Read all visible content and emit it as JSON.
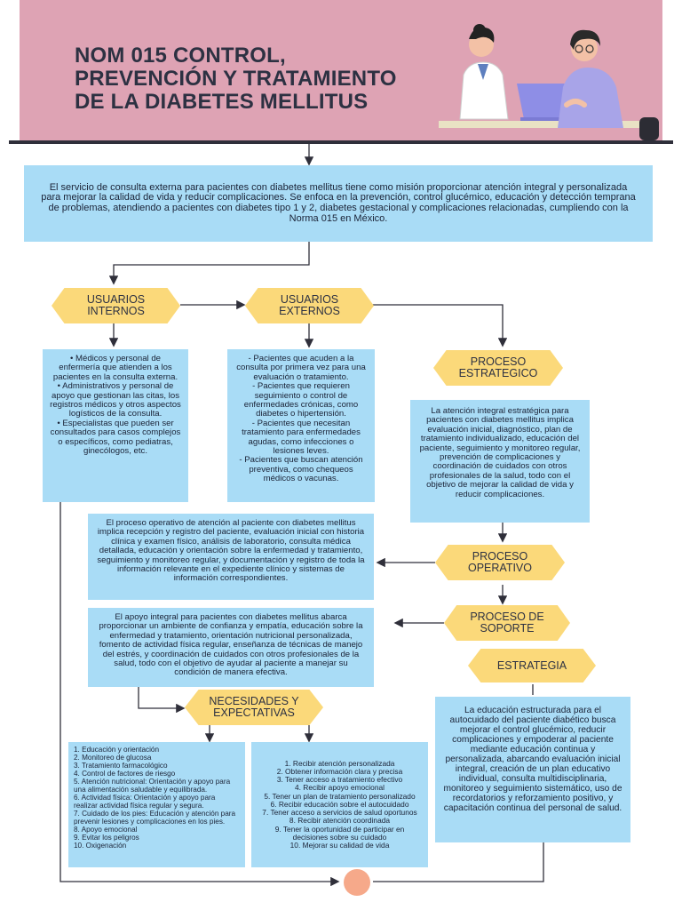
{
  "header": {
    "title_line1": "NOM 015 CONTROL,",
    "title_line2": "PREVENCIÓN Y TRATAMIENTO",
    "title_line3": "DE LA DIABETES MELLITUS"
  },
  "intro": {
    "text": "El servicio de consulta externa para pacientes con diabetes mellitus tiene como misión proporcionar atención integral y personalizada para mejorar la calidad de vida y reducir complicaciones. Se enfoca en la prevención, control glucémico, educación y detección temprana de problemas, atendiendo a pacientes con diabetes tipo 1 y 2, diabetes gestacional y complicaciones relacionadas, cumpliendo con la Norma 015 en México."
  },
  "nodes": {
    "usuarios_internos": "USUARIOS INTERNOS",
    "usuarios_externos": "USUARIOS EXTERNOS",
    "proceso_estrategico": "PROCESO ESTRATEGICO",
    "proceso_operativo": "PROCESO OPERATIVO",
    "proceso_soporte": "PROCESO DE SOPORTE",
    "estrategia": "ESTRATEGIA",
    "necesidades": "NECESIDADES Y EXPECTATIVAS"
  },
  "boxes": {
    "internos": [
      "• Médicos y personal de enfermería que atienden a los pacientes en la consulta externa.",
      "• Administrativos y personal de apoyo que gestionan las citas, los registros médicos y otros aspectos logísticos de la consulta.",
      "• Especialistas que pueden ser consultados para casos complejos o específicos, como pediatras, ginecólogos, etc."
    ],
    "externos": [
      "- Pacientes que acuden a la consulta por primera vez para una evaluación o tratamiento.",
      "- Pacientes que requieren seguimiento o control de enfermedades crónicas, como diabetes o hipertensión.",
      "- Pacientes que necesitan tratamiento para enfermedades agudas, como infecciones o lesiones leves.",
      "- Pacientes que buscan atención preventiva, como chequeos médicos o vacunas."
    ],
    "estrategico": "La atención integral estratégica para pacientes con diabetes mellitus implica evaluación inicial, diagnóstico, plan de tratamiento individualizado, educación del paciente, seguimiento y monitoreo regular, prevención de complicaciones y coordinación de cuidados con otros profesionales de la salud, todo con el objetivo de mejorar la calidad de vida y reducir complicaciones.",
    "operativo": "El proceso operativo  de atención al paciente con diabetes mellitus implica recepción y registro del paciente, evaluación inicial con historia clínica y examen físico, análisis de laboratorio, consulta médica detallada, educación y orientación sobre la enfermedad y tratamiento, seguimiento y monitoreo regular, y documentación y registro de toda la información relevante en el expediente clínico y sistemas de información correspondientes.",
    "soporte": "El apoyo integral para pacientes con diabetes mellitus abarca proporcionar un ambiente de confianza y empatía, educación sobre la enfermedad y tratamiento, orientación nutricional personalizada, fomento de actividad física regular, enseñanza de técnicas de manejo del estrés, y coordinación de cuidados con otros profesionales de la salud, todo con el objetivo de ayudar al paciente a manejar su condición de manera efectiva.",
    "estrategia": "La educación estructurada para el autocuidado del paciente diabético busca mejorar el control glucémico, reducir complicaciones y empoderar al paciente mediante educación continua y personalizada, abarcando evaluación inicial integral, creación de un plan educativo individual, consulta multidisciplinaria, monitoreo y seguimiento sistemático, uso de recordatorios y reforzamiento positivo, y capacitación continua del personal de salud.",
    "necesidades": [
      "1. Educación y orientación",
      "2. Monitoreo de glucosa",
      "3. Tratamiento farmacológico",
      "4. Control de factores de riesgo",
      "5. Atención nutricional: Orientación y apoyo para una alimentación saludable y equilibrada.",
      "6. Actividad física: Orientación y apoyo para realizar actividad física regular y segura.",
      "7. Cuidado de los pies: Educación y atención para prevenir lesiones y complicaciones en los pies.",
      "8. Apoyo emocional",
      "9. Evitar los peligros",
      "10. Oxigenación"
    ],
    "expectativas": [
      "1. Recibir atención personalizada",
      "2. Obtener información clara y precisa",
      "3. Tener acceso a tratamiento efectivo",
      "4. Recibir apoyo emocional",
      "5. Tener un plan de tratamiento personalizado",
      "6. Recibir educación sobre el autocuidado",
      "7. Tener acceso a servicios de salud oportunos",
      "8. Recibir atención coordinada",
      "9. Tener la oportunidad de participar en decisiones sobre su cuidado",
      "10. Mejorar su calidad de vida"
    ]
  },
  "colors": {
    "header_bg": "#dea3b4",
    "box_bg": "#a9dcf6",
    "hex_bg": "#fbd97a",
    "end_circle": "#f6a98a"
  }
}
